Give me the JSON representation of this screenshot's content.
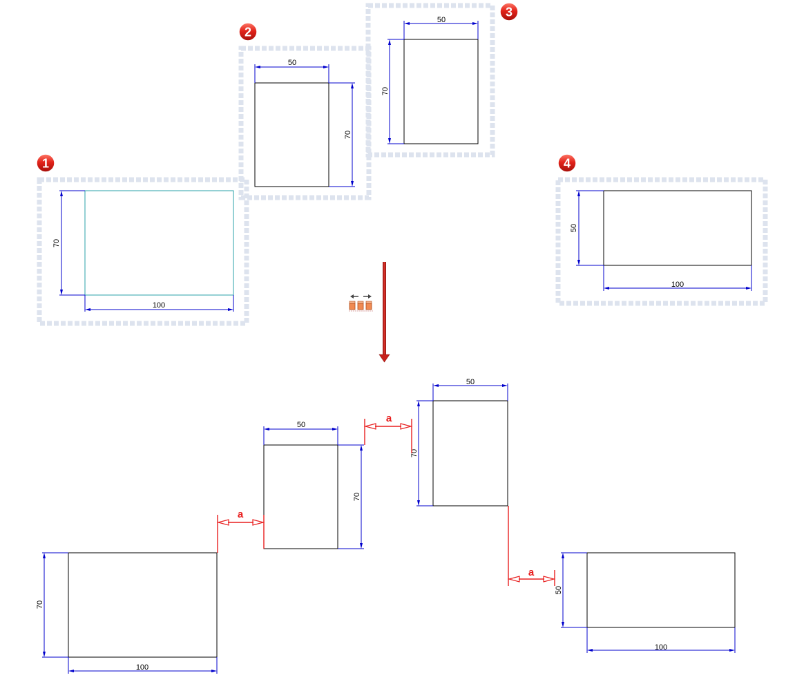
{
  "badges": [
    "1",
    "2",
    "3",
    "4"
  ],
  "dims": {
    "d1_h": "70",
    "d1_w": "100",
    "d2_w": "50",
    "d2_h": "70",
    "d3_w": "50",
    "d3_h": "70",
    "d4_h": "50",
    "d4_w": "100",
    "r1_h": "70",
    "r1_w": "100",
    "r2_w": "50",
    "r2_h": "70",
    "r3_w": "50",
    "r3_h": "70",
    "r4_h": "50",
    "r4_w": "100"
  },
  "gap_label": "a",
  "colors": {
    "badge": "#e2231a",
    "dimension": "#0000cc",
    "gap": "#e81e1e",
    "selection_frame": "#dde3ee",
    "selected_outline": "#2aa0a8",
    "arrow": "#c8201a"
  },
  "icons": {
    "tool": "distribute-horizontal-icon",
    "arrow": "arrow-down-icon"
  }
}
